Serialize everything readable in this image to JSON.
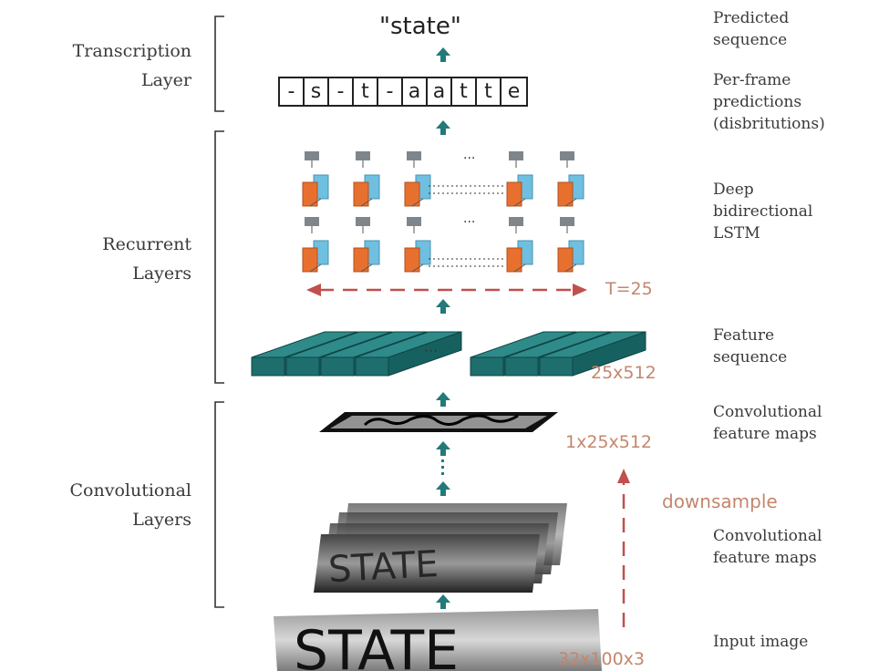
{
  "layers": {
    "transcription": [
      "Transcription",
      "Layer"
    ],
    "recurrent": [
      "Recurrent",
      "Layers"
    ],
    "convolutional": [
      "Convolutional",
      "Layers"
    ]
  },
  "predicted_text": "\"state\"",
  "per_frame_chars": [
    "-",
    "s",
    "-",
    "t",
    "-",
    "a",
    "a",
    "t",
    "t",
    "e"
  ],
  "right_labels": {
    "predicted": [
      "Predicted",
      "sequence"
    ],
    "per_frame": [
      "Per-frame",
      "predictions",
      "(disbritutions)"
    ],
    "lstm": [
      "Deep",
      "bidirectional",
      "LSTM"
    ],
    "feature_seq": [
      "Feature",
      "sequence"
    ],
    "conv_maps_top": [
      "Convolutional",
      "feature maps"
    ],
    "conv_maps_bottom": [
      "Convolutional",
      "feature maps"
    ],
    "input": "Input image"
  },
  "annotations": {
    "t25": "T=25",
    "seq_dims": "25x512",
    "map_dims": "1x25x512",
    "downsample": "downsample",
    "input_dims": "32x100x3"
  },
  "image_text": {
    "conv_maps": "STATE",
    "input": "STATE"
  },
  "colors": {
    "arrow": "#237a78",
    "lstm_orange": "#e8702e",
    "lstm_blue": "#6fbfe0",
    "lstm_gray": "#7e868c",
    "feature_teal": "#1f6e6e",
    "annotation": "#c4866c",
    "dashed_arrow": "#c0504d"
  }
}
